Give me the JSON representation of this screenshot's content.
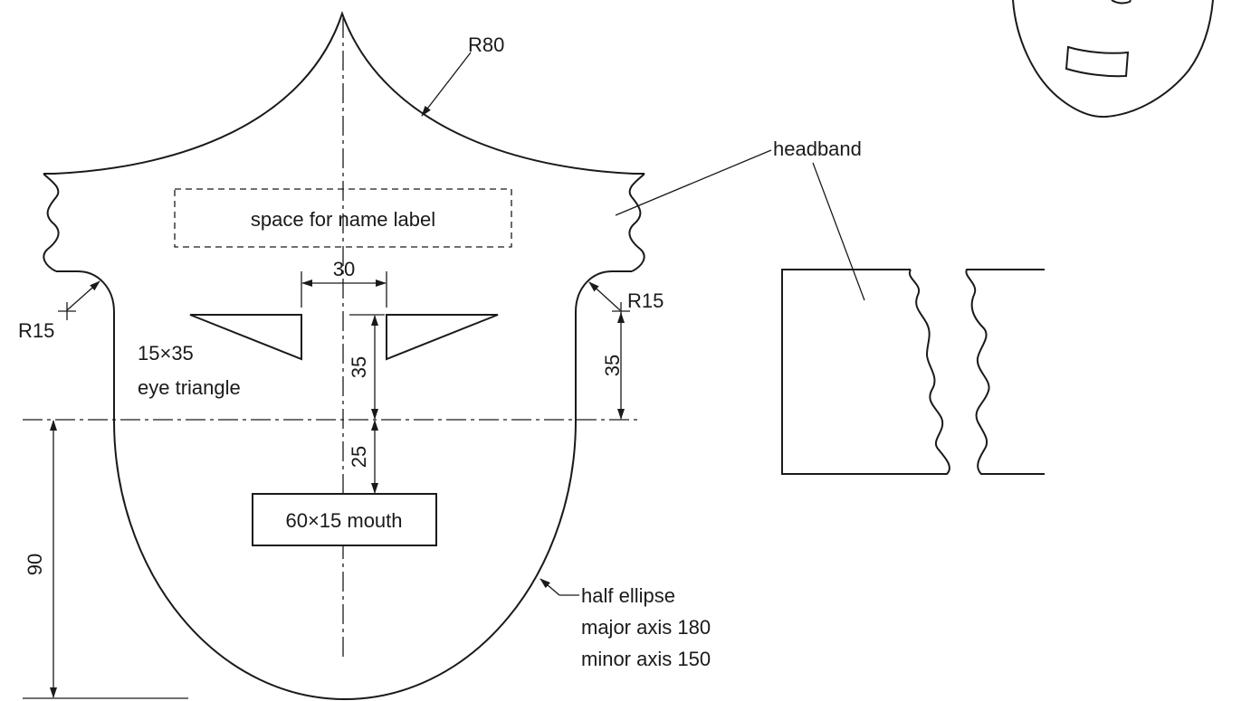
{
  "labels": {
    "r80": "R80",
    "r15_left": "R15",
    "r15_right": "R15",
    "headband": "headband",
    "name_label": "space for name label",
    "dim_30": "30",
    "dim_35_center": "35",
    "dim_35_right": "35",
    "dim_25": "25",
    "dim_90": "90",
    "eye_size": "15×35",
    "eye_name": "eye triangle",
    "mouth": "60×15 mouth",
    "ellipse_1": "half ellipse",
    "ellipse_2": "major axis 180",
    "ellipse_3": "minor axis 150"
  }
}
